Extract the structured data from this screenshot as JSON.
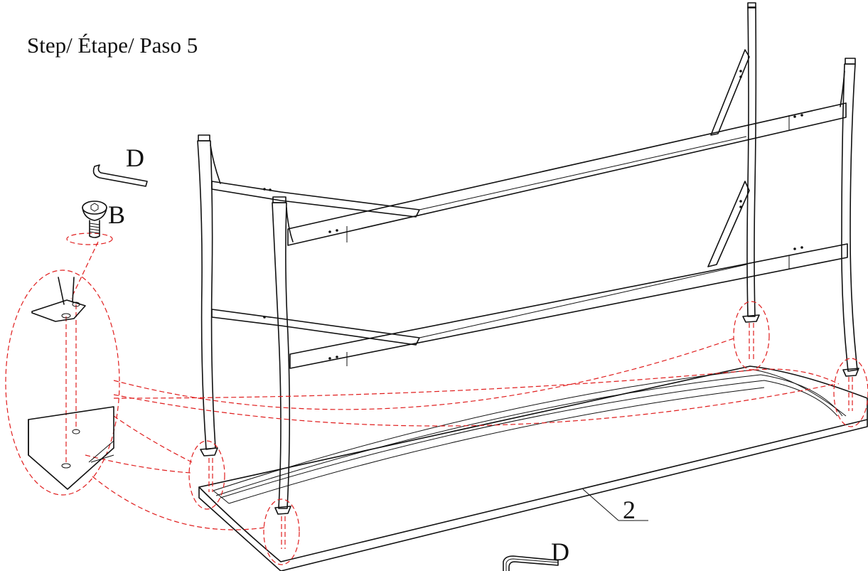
{
  "step": {
    "title": "Step/ Étape/ Paso 5"
  },
  "callouts": {
    "allen_key": "D",
    "bolt": "B",
    "tabletop": "2",
    "allen_key_bottom": "D"
  },
  "colors": {
    "line": "#111111",
    "guide": "#e01e1e",
    "background": "#ffffff"
  }
}
